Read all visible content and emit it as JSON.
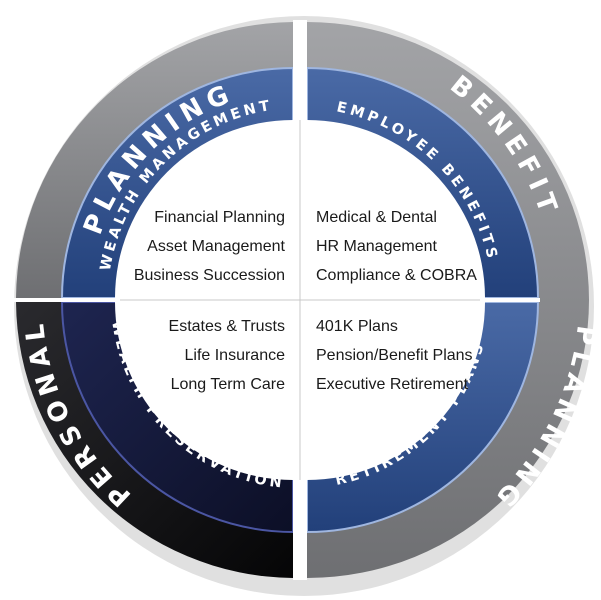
{
  "outer_ring": {
    "planning": "PLANNING",
    "personal": "PERSONAL",
    "benefit": "BENEFIT",
    "benefit_planning": "PLANNING"
  },
  "quadrants": {
    "wealth_management": {
      "label": "WEALTH MANAGEMENT",
      "items": [
        "Financial Planning",
        "Asset Management",
        "Business Succession"
      ]
    },
    "employee_benefits": {
      "label": "EMPLOYEE BENEFITS",
      "items": [
        "Medical & Dental",
        "HR Management",
        "Compliance & COBRA"
      ]
    },
    "wealth_preservation": {
      "label": "WEALTH PRESERVATION",
      "items": [
        "Estates & Trusts",
        "Life Insurance",
        "Long Term Care"
      ]
    },
    "retirement_plans": {
      "label": "RETIREMENT PLANS",
      "items": [
        "401K Plans",
        "Pension/Benefit Plans",
        "Executive Retirement"
      ]
    }
  },
  "colors": {
    "outer_gray": "#7c7d80",
    "outer_gray_light": "#9fa0a3",
    "outer_black": "#121214",
    "ring_blue": "#2f4f8a",
    "ring_blue_dark": "#1b2a55",
    "ring_navy_dark": "#151a3a",
    "center": "#ffffff"
  }
}
